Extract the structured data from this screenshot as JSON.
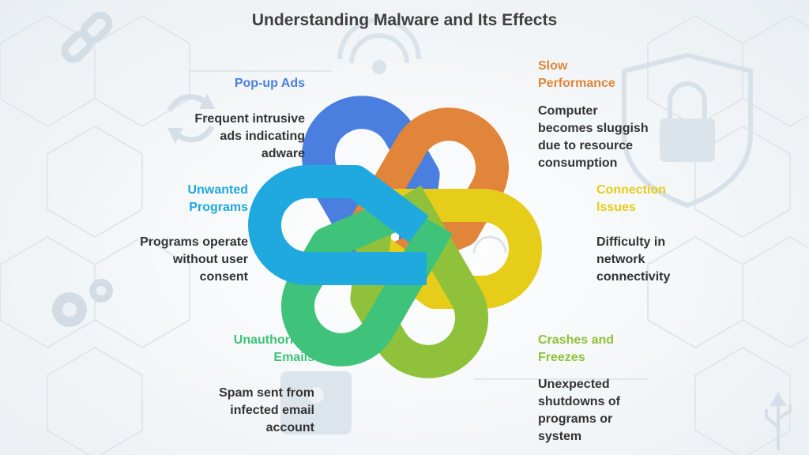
{
  "title": "Understanding Malware and Its Effects",
  "colors": {
    "blue": "#4a7fe0",
    "orange": "#e0853a",
    "yellow": "#e6cd1a",
    "lime": "#8fc13a",
    "green": "#3fc27a",
    "cyan": "#1fa9df",
    "text": "#333333"
  },
  "items": [
    {
      "heading": "Pop-up Ads",
      "desc": [
        "Frequent intrusive",
        "ads indicating",
        "adware"
      ],
      "color": "#4a7fe0"
    },
    {
      "heading": "Slow Performance",
      "heading_lines": [
        "Slow",
        "Performance"
      ],
      "desc": [
        "Computer",
        "becomes sluggish",
        "due to resource",
        "consumption"
      ],
      "color": "#e0853a"
    },
    {
      "heading": "Connection Issues",
      "heading_lines": [
        "Connection",
        "Issues"
      ],
      "desc": [
        "Difficulty in",
        "network",
        "connectivity"
      ],
      "color": "#e6cd1a"
    },
    {
      "heading": "Crashes and Freezes",
      "heading_lines": [
        "Crashes and",
        "Freezes"
      ],
      "desc": [
        "Unexpected",
        "shutdowns of",
        "programs or",
        "system"
      ],
      "color": "#8fc13a"
    },
    {
      "heading": "Unauthorized Emails",
      "heading_lines": [
        "Unauthorized",
        "Emails"
      ],
      "desc": [
        "Spam sent from",
        "infected email",
        "account"
      ],
      "color": "#3fc27a"
    },
    {
      "heading": "Unwanted Programs",
      "heading_lines": [
        "Unwanted",
        "Programs"
      ],
      "desc": [
        "Programs operate",
        "without user",
        "consent"
      ],
      "color": "#1fa9df"
    }
  ],
  "background_icons": [
    "chain-link-icon",
    "refresh-icon",
    "wifi-signal-icon",
    "padlock-shield-icon",
    "gears-icon",
    "fingerprint-icon",
    "usb-icon"
  ]
}
